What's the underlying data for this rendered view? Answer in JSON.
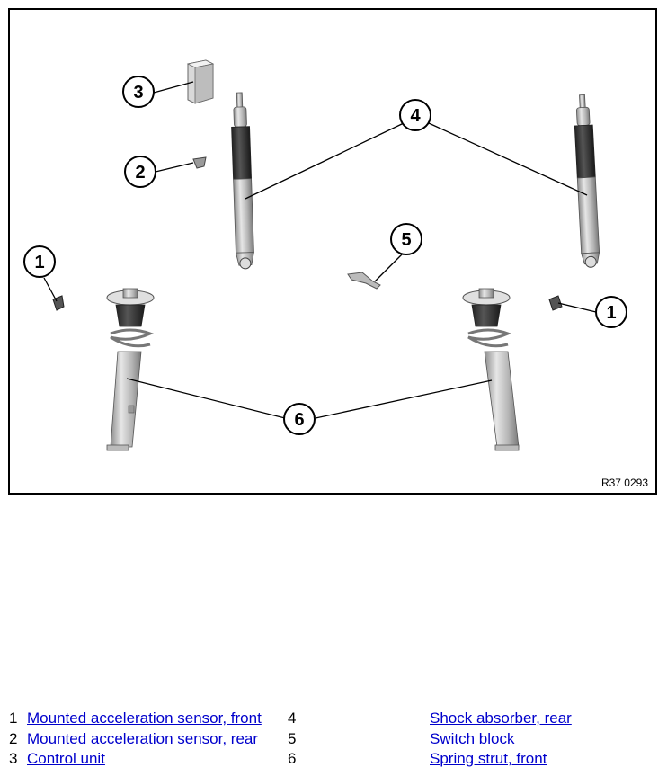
{
  "figure": {
    "code": "R37 0293",
    "callouts": [
      "1",
      "2",
      "3",
      "4",
      "5",
      "6",
      "1"
    ]
  },
  "legend": [
    {
      "left_num": "1",
      "left_label": "Mounted acceleration sensor, front",
      "right_num": "4",
      "right_label": "Shock absorber, rear"
    },
    {
      "left_num": "2",
      "left_label": "Mounted acceleration sensor, rear",
      "right_num": "5",
      "right_label": "Switch block"
    },
    {
      "left_num": "3",
      "left_label": "Control unit",
      "right_num": "6",
      "right_label": "Spring strut, front"
    }
  ]
}
